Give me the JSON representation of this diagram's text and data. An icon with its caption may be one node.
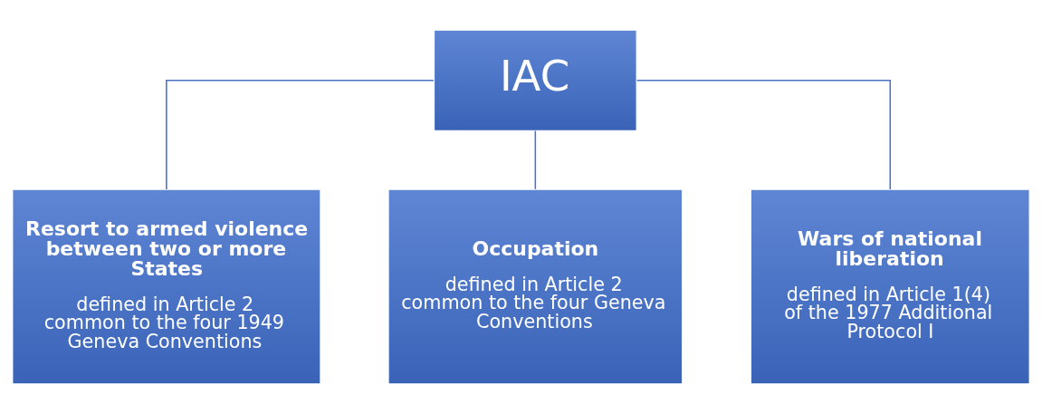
{
  "diagram": {
    "nodes": [
      {
        "text": [
          "IAC"
        ]
      },
      {
        "text": [
          "Resort to armed violence between two or more States",
          "defined in Article 2 common to the four 1949 Geneva Conventions"
        ]
      },
      {
        "text": [
          "Occupation",
          "defined in Article 2 common to the four Geneva Conventions"
        ]
      },
      {
        "text": [
          "Wars of national liberation",
          "defined in Article 1(4) of the 1977 Additional Protocol I"
        ]
      }
    ],
    "edges": [
      {
        "from": 0,
        "to": 1,
        "arrow": "none"
      },
      {
        "from": 0,
        "to": 2,
        "arrow": "none"
      },
      {
        "from": 0,
        "to": 3,
        "arrow": "none"
      }
    ]
  }
}
